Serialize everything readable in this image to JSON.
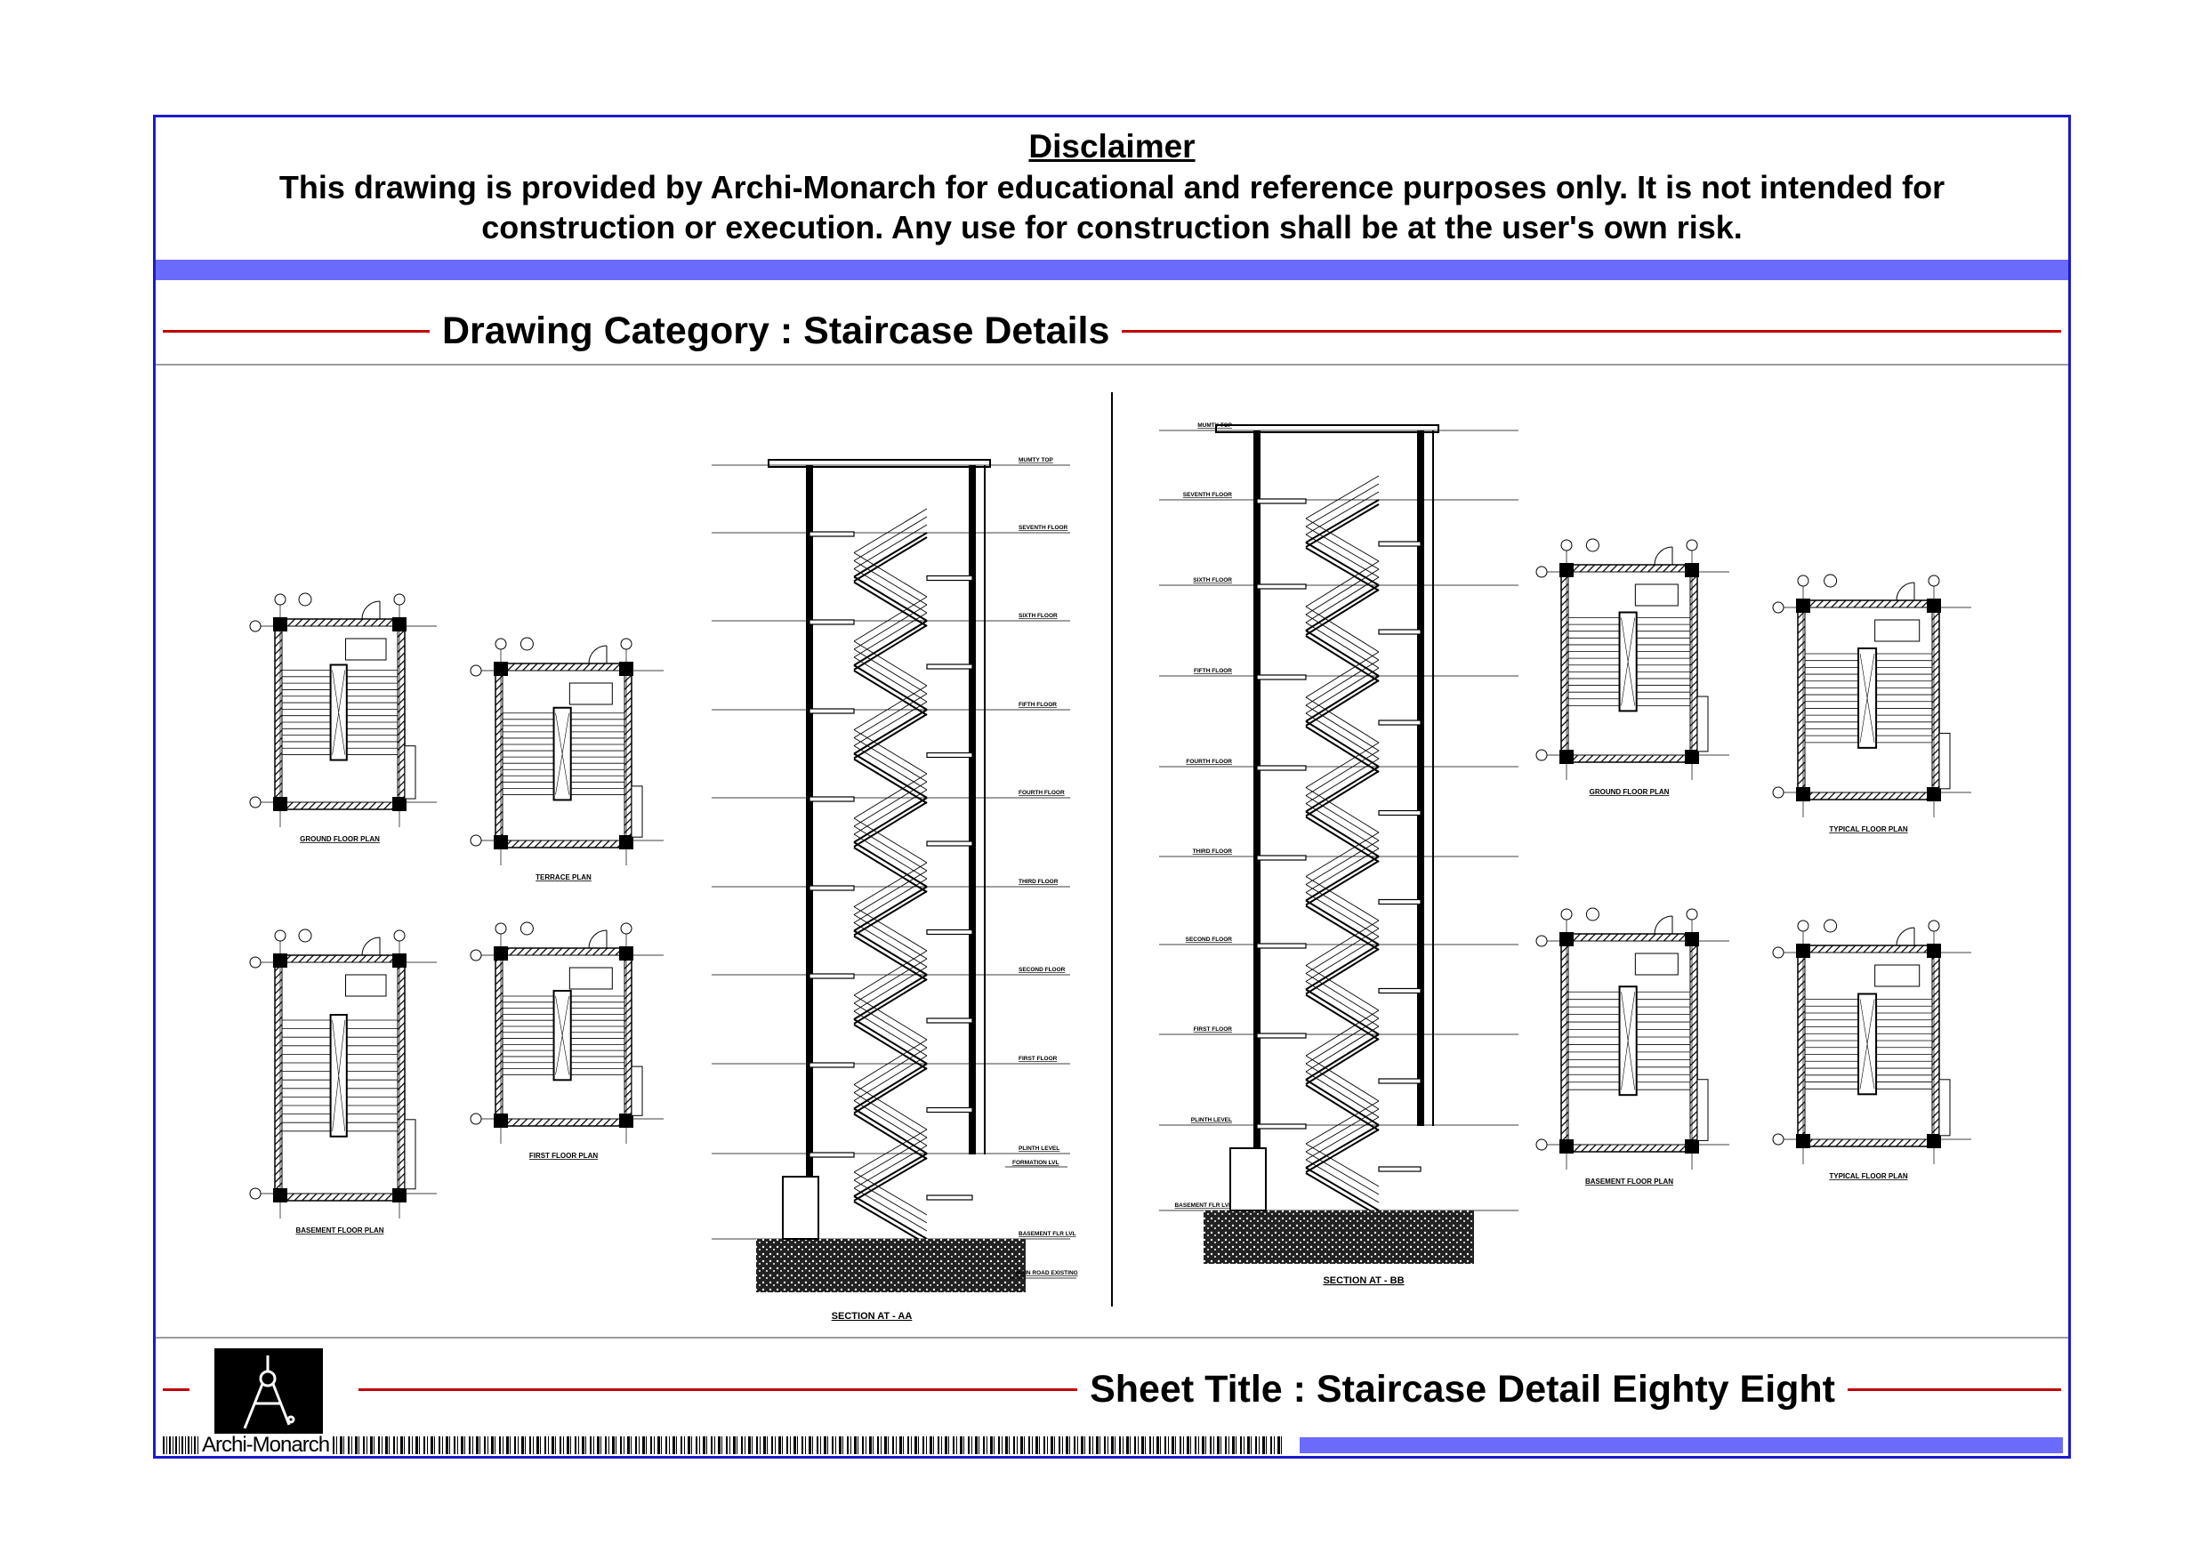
{
  "disclaimer": {
    "title": "Disclaimer",
    "text": "This drawing is provided by Archi-Monarch for educational and reference purposes only. It is not intended for construction or execution. Any use for construction shall be at the user's own risk."
  },
  "category": "Drawing Category : Staircase Details",
  "sheet_title": "Sheet Title : Staircase Detail Eighty Eight",
  "brand": "Archi-Monarch",
  "colors": {
    "frame": "#1a1ad0",
    "band": "#6b6bfb",
    "rule": "#c00000"
  },
  "drawings": {
    "plan_titles": [
      "GROUND FLOOR PLAN",
      "TERRACE PLAN",
      "BASEMENT FLOOR PLAN",
      "FIRST FLOOR PLAN",
      "GROUND FLOOR PLAN",
      "TYPICAL FLOOR PLAN",
      "BASEMENT FLOOR PLAN",
      "TYPICAL FLOOR PLAN"
    ],
    "section_aa": "SECTION AT - AA",
    "section_bb": "SECTION AT - BB",
    "levels": [
      "MUMTY TOP",
      "SEVENTH FLOOR",
      "SIXTH FLOOR",
      "FIFTH FLOOR",
      "FOURTH FLOOR",
      "THIRD FLOOR",
      "SECOND FLOOR",
      "FIRST FLOOR",
      "PLINTH LEVEL",
      "BASEMENT FLR LVL"
    ],
    "extra_levels": [
      "FORMATION LVL",
      "MAIN ROAD EXISTING"
    ]
  }
}
